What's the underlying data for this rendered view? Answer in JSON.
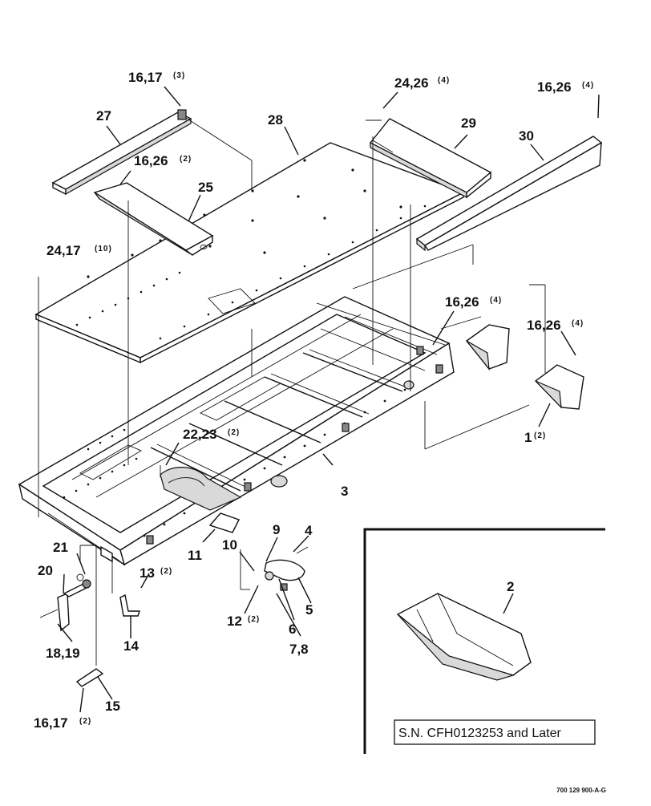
{
  "figure_code": "700 129 900-A-G",
  "inset": {
    "serial_note": "S.N. CFH0123253 and Later"
  },
  "callouts": [
    {
      "id": "c-16-17-3",
      "label": "16,17",
      "qty": "(3)"
    },
    {
      "id": "c-27",
      "label": "27",
      "qty": ""
    },
    {
      "id": "c-28",
      "label": "28",
      "qty": ""
    },
    {
      "id": "c-24-26-4",
      "label": "24,26",
      "qty": "(4)"
    },
    {
      "id": "c-29",
      "label": "29",
      "qty": ""
    },
    {
      "id": "c-16-26-4a",
      "label": "16,26",
      "qty": "(4)"
    },
    {
      "id": "c-30",
      "label": "30",
      "qty": ""
    },
    {
      "id": "c-16-26-2",
      "label": "16,26",
      "qty": "(2)"
    },
    {
      "id": "c-25",
      "label": "25",
      "qty": ""
    },
    {
      "id": "c-24-17-10",
      "label": "24,17",
      "qty": "(10)"
    },
    {
      "id": "c-16-26-4b",
      "label": "16,26",
      "qty": "(4)"
    },
    {
      "id": "c-16-26-4c",
      "label": "16,26",
      "qty": "(4)"
    },
    {
      "id": "c-1",
      "label": "1",
      "qty": "(2)"
    },
    {
      "id": "c-22-23-2",
      "label": "22,23",
      "qty": "(2)"
    },
    {
      "id": "c-3",
      "label": "3",
      "qty": ""
    },
    {
      "id": "c-9",
      "label": "9",
      "qty": ""
    },
    {
      "id": "c-4",
      "label": "4",
      "qty": ""
    },
    {
      "id": "c-10",
      "label": "10",
      "qty": ""
    },
    {
      "id": "c-11",
      "label": "11",
      "qty": ""
    },
    {
      "id": "c-21",
      "label": "21",
      "qty": ""
    },
    {
      "id": "c-20",
      "label": "20",
      "qty": ""
    },
    {
      "id": "c-13-2",
      "label": "13",
      "qty": "(2)"
    },
    {
      "id": "c-5",
      "label": "5",
      "qty": ""
    },
    {
      "id": "c-6",
      "label": "6",
      "qty": ""
    },
    {
      "id": "c-12-2",
      "label": "12",
      "qty": "(2)"
    },
    {
      "id": "c-7-8",
      "label": "7,8",
      "qty": ""
    },
    {
      "id": "c-18-19",
      "label": "18,19",
      "qty": ""
    },
    {
      "id": "c-14",
      "label": "14",
      "qty": ""
    },
    {
      "id": "c-15",
      "label": "15",
      "qty": ""
    },
    {
      "id": "c-16-17-2",
      "label": "16,17",
      "qty": "(2)"
    },
    {
      "id": "c-2",
      "label": "2",
      "qty": ""
    }
  ]
}
